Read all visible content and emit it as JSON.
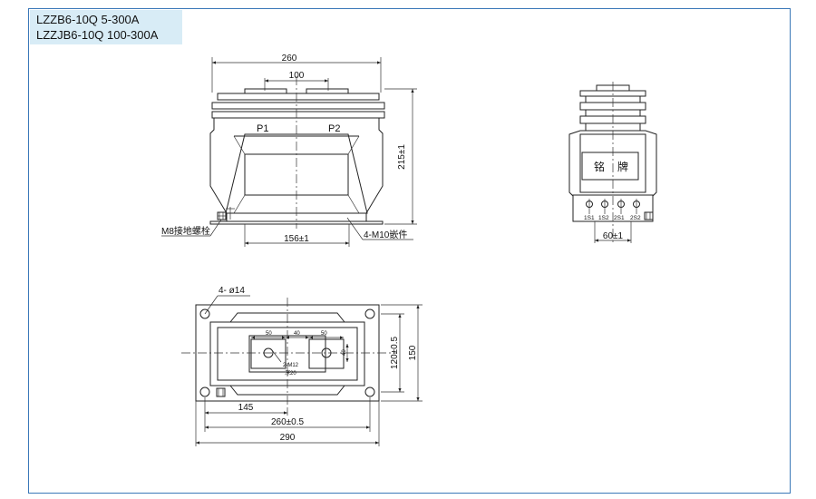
{
  "title": {
    "line1": "LZZB6-10Q 5-300A",
    "line2": "LZZJB6-10Q 100-300A"
  },
  "front_view": {
    "dim_width_top": "260",
    "dim_inner_top": "100",
    "terminal_p1": "P1",
    "terminal_p2": "P2",
    "dim_height": "215±1",
    "dim_bottom": "156±1",
    "label_ground_bolt": "M8接地螺栓",
    "label_inserts": "4-M10嵌件"
  },
  "side_view": {
    "nameplate_char1": "铭",
    "nameplate_char2": "牌",
    "terminals": [
      "1S1",
      "1S2",
      "2S1",
      "2S2"
    ],
    "dim_bottom": "60±1"
  },
  "bottom_view": {
    "hole_label": "4- ø14",
    "dim_50_left": "50",
    "dim_40": "40",
    "dim_50_right": "50",
    "dim_small_right": "40",
    "label_m12": "2-M12",
    "label_sq": "深20",
    "dim_120": "120±0.5",
    "dim_150": "150",
    "dim_145": "145",
    "dim_260": "260±0.5",
    "dim_290": "290"
  }
}
